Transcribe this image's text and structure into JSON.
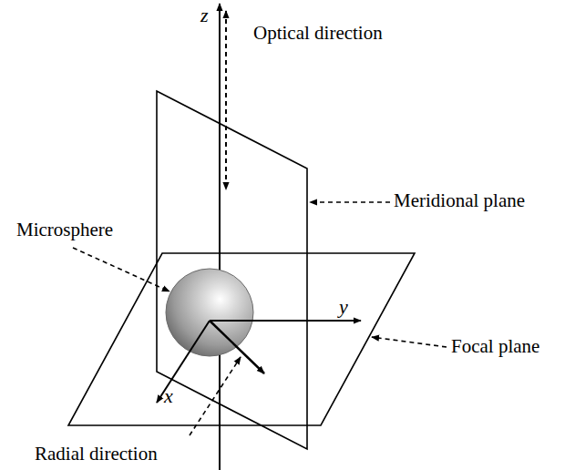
{
  "diagram": {
    "labels": [
      "z",
      "Optical direction",
      "Meridional plane",
      "Microsphere",
      "y",
      "Focal plane",
      "x",
      "Radial direction"
    ]
  }
}
